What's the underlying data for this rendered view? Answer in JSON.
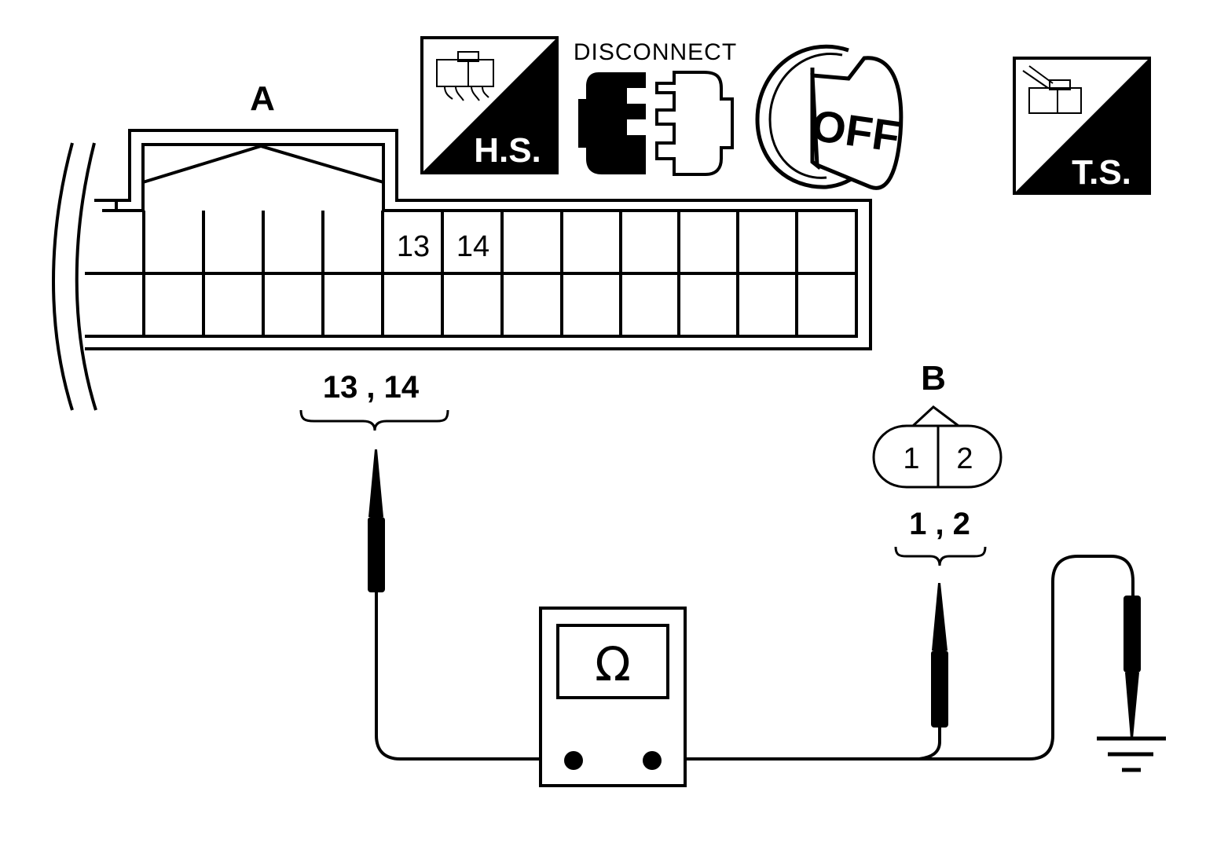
{
  "connector_a": {
    "label": "A",
    "pin_13": "13",
    "pin_14": "14",
    "probe_pins": "13 , 14"
  },
  "connector_b": {
    "label": "B",
    "pin_1": "1",
    "pin_2": "2",
    "probe_pins": "1 , 2"
  },
  "icons": {
    "harness_side_badge": "H.S.",
    "disconnect_label": "DISCONNECT",
    "ignition_switch_position": "OFF",
    "terminal_side_badge": "T.S."
  },
  "meter": {
    "symbol": "Ω",
    "icon": "ohmmeter-icon"
  },
  "colors": {
    "line": "#000000",
    "background": "#ffffff"
  }
}
